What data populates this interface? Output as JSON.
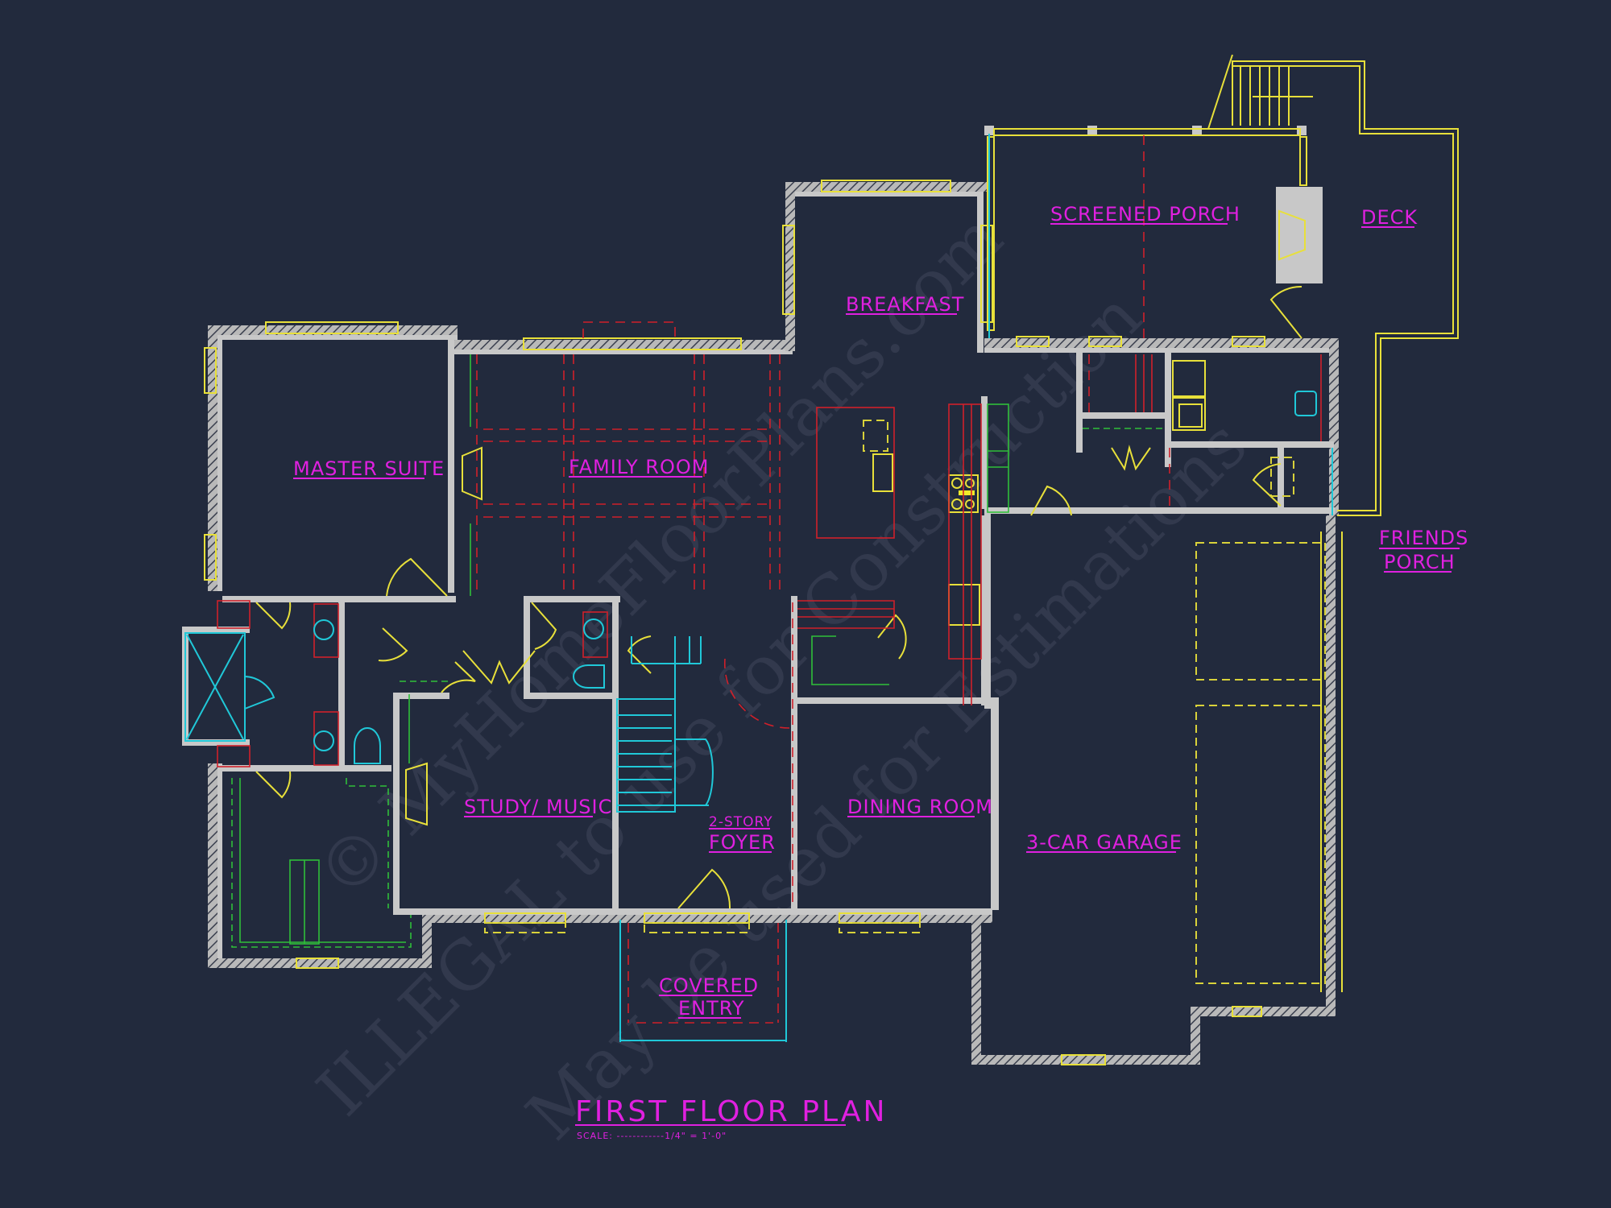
{
  "drawing": {
    "title": "FIRST FLOOR PLAN",
    "scale": "SCALE: ------------1/4\" = 1'-0\"",
    "background_color": "#222a3d",
    "label_color": "#e020e0",
    "wall_color": "#c8c8c8",
    "window_door_color": "#e8e03a",
    "ceiling_line_color": "#d0202a",
    "fixture_color": "#20c8d8",
    "casework_color": "#2fbf3a"
  },
  "rooms": {
    "master_suite": "MASTER SUITE",
    "family_room": "FAMILY ROOM",
    "breakfast": "BREAKFAST",
    "screened_porch": "SCREENED PORCH",
    "deck": "DECK",
    "friends_porch_1": "FRIENDS",
    "friends_porch_2": "PORCH",
    "study_music": "STUDY/ MUSIC",
    "foyer_1": "2-STORY",
    "foyer_2": "FOYER",
    "dining_room": "DINING ROOM",
    "garage": "3-CAR GARAGE",
    "covered_entry_1": "COVERED",
    "covered_entry_2": "ENTRY"
  },
  "watermark": {
    "line1": "© MyHomeFloorPlans.com",
    "line2": "ILLEGAL to use for Construction",
    "line3": "May be used for Estimations"
  }
}
